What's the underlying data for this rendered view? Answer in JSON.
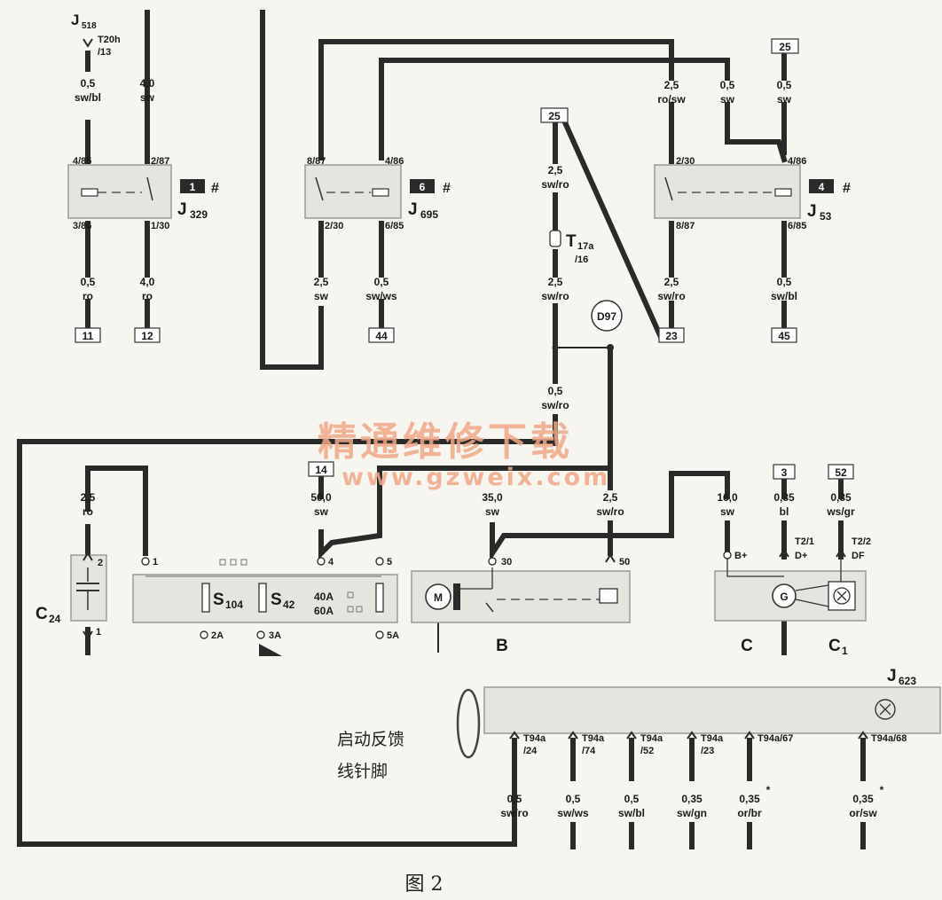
{
  "relays": [
    {
      "name": "J",
      "sub": "329",
      "number": "1",
      "mark": "#",
      "pin_top_left": "4/85",
      "pin_top_right": "2/87",
      "pin_bottom_left": "3/86",
      "pin_bottom_right": "1/30"
    },
    {
      "name": "J",
      "sub": "695",
      "number": "6",
      "mark": "#",
      "pin_top_left": "8/87",
      "pin_top_right": "4/86",
      "pin_bottom_left": "2/30",
      "pin_bottom_right": "6/85"
    },
    {
      "name": "J",
      "sub": "53",
      "number": "4",
      "mark": "#",
      "pin_top_left": "2/30",
      "pin_top_right": "4/86",
      "pin_bottom_left": "8/87",
      "pin_bottom_right": "6/85"
    }
  ],
  "j518": {
    "name": "J",
    "sub": "518",
    "connector": "T20h",
    "pin": "/13"
  },
  "wires": {
    "w1": {
      "size": "0,5",
      "color": "sw/bl"
    },
    "w2": {
      "size": "4,0",
      "color": "sw"
    },
    "w3": {
      "size": "0,5",
      "color": "ro"
    },
    "w4": {
      "size": "4,0",
      "color": "ro"
    },
    "w5": {
      "size": "2,5",
      "color": "sw"
    },
    "w6": {
      "size": "0,5",
      "color": "sw/ws"
    },
    "w7": {
      "size": "2,5",
      "color": "sw/ro"
    },
    "w8": {
      "size": "2,5",
      "color": "sw/ro"
    },
    "w9": {
      "size": "0,5",
      "color": "sw/ro"
    },
    "w10": {
      "size": "2,5",
      "color": "ro/sw"
    },
    "w11": {
      "size": "0,5",
      "color": "sw"
    },
    "w12": {
      "size": "0,5",
      "color": "sw"
    },
    "w13": {
      "size": "2,5",
      "color": "sw/ro"
    },
    "w14": {
      "size": "0,5",
      "color": "sw/bl"
    },
    "w15": {
      "size": "2,5",
      "color": "ro"
    },
    "w16": {
      "size": "50,0",
      "color": "sw"
    },
    "w17": {
      "size": "35,0",
      "color": "sw"
    },
    "w18": {
      "size": "2,5",
      "color": "sw/ro"
    },
    "w19": {
      "size": "16,0",
      "color": "sw"
    },
    "w20": {
      "size": "0,35",
      "color": "bl"
    },
    "w21": {
      "size": "0,35",
      "color": "ws/gr"
    }
  },
  "refs": {
    "r11": "11",
    "r12": "12",
    "r44": "44",
    "r25a": "25",
    "r23": "23",
    "r25b": "25",
    "r45": "45",
    "r14": "14",
    "r3": "3",
    "r52": "52"
  },
  "connector_t17a": {
    "name": "T",
    "sub": "17a",
    "pin": "/16"
  },
  "splice": "D97",
  "c24": {
    "name": "C",
    "sub": "24",
    "pin_top": "2",
    "pin_bottom": "1"
  },
  "fusebox": {
    "pins": {
      "p1": "1",
      "p4": "4",
      "p5": "5",
      "p2a": "2A",
      "p3a": "3A",
      "p5a": "5A"
    },
    "fuse_a": {
      "name": "S",
      "sub": "104"
    },
    "fuse_b": {
      "name": "S",
      "sub": "42"
    },
    "rating_a": "40A",
    "rating_b": "60A"
  },
  "starter": {
    "label": "B",
    "pin_30": "30",
    "pin_50": "50",
    "motor_symbol": "M"
  },
  "alternator": {
    "label": "C",
    "regulator_name": "C",
    "regulator_sub": "1",
    "pin_bplus": "B+",
    "pin_t21": "T2/1",
    "pin_dplus": "D+",
    "pin_t22": "T2/2",
    "pin_df": "DF",
    "gen_symbol": "G"
  },
  "ecu": {
    "name": "J",
    "sub": "623",
    "pins": [
      {
        "conn": "T94a",
        "pin": "/24",
        "size": "0,5",
        "color": "sw/ro"
      },
      {
        "conn": "T94a",
        "pin": "/74",
        "size": "0,5",
        "color": "sw/ws"
      },
      {
        "conn": "T94a",
        "pin": "/52",
        "size": "0,5",
        "color": "sw/bl"
      },
      {
        "conn": "T94a",
        "pin": "/23",
        "size": "0,35",
        "color": "sw/gn"
      },
      {
        "conn": "T94a/67",
        "pin": "",
        "size": "0,35",
        "color": "or/br"
      },
      {
        "conn": "T94a/68",
        "pin": "",
        "size": "0,35",
        "color": "or/sw"
      }
    ],
    "asterisk": "*"
  },
  "annotation": {
    "line1": "启动反馈",
    "line2": "线针脚"
  },
  "watermark": {
    "text": "精通维修下载",
    "url": "www.gzweix.com"
  },
  "caption": "图 2"
}
